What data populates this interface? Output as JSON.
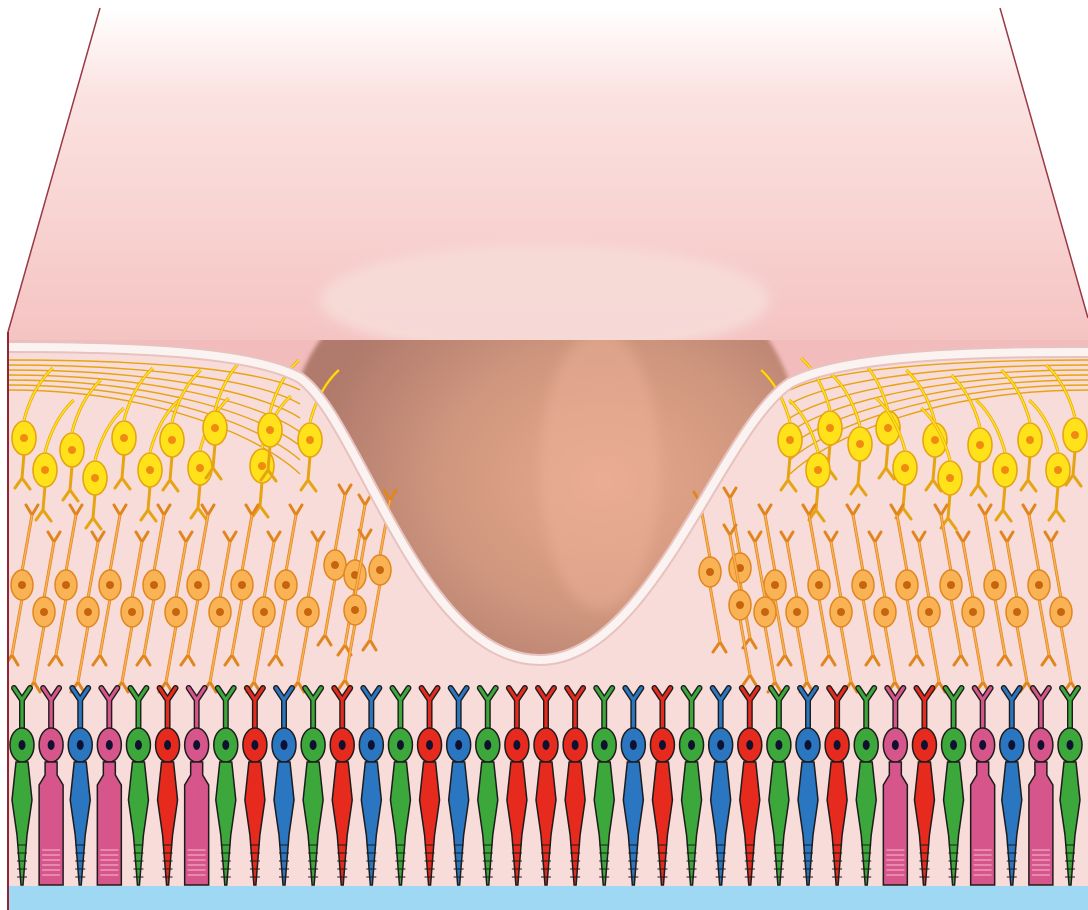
{
  "figure": {
    "subject": "fovea-retina-cross-section",
    "colors": {
      "background": "#ffffff",
      "surface_top": "#fbe6e5",
      "surface_bottom": "#f3bcbc",
      "front_face": "#f8dcd9",
      "edge": "#8e2633",
      "pit": "#c99077",
      "limiting_membrane": "#fbf3f1",
      "epithelium": "#9fd8f3",
      "ganglion_cell": "#ffe21a",
      "ganglion_outline": "#e6a412",
      "ganglion_nucleus": "#f18a12",
      "bipolar_cell": "#f9b254",
      "bipolar_outline": "#e1861f",
      "bipolar_nucleus": "#c7650f",
      "red_cone": "#e62a1e",
      "green_cone": "#3ca83b",
      "blue_cone": "#2a76c1",
      "rod": "#d6558a",
      "photoreceptor_outline": "#1c1c1c",
      "photoreceptor_nucleus": "#101030"
    },
    "photoreceptor_sequence": [
      "green",
      "rod",
      "blue",
      "rod",
      "green",
      "red",
      "rod",
      "green",
      "red",
      "blue",
      "green",
      "red",
      "blue",
      "green",
      "red",
      "blue",
      "green",
      "red",
      "red",
      "red",
      "green",
      "blue",
      "red",
      "green",
      "blue",
      "red",
      "green",
      "blue",
      "red",
      "green",
      "rod",
      "red",
      "green",
      "rod",
      "blue",
      "rod",
      "green"
    ]
  }
}
